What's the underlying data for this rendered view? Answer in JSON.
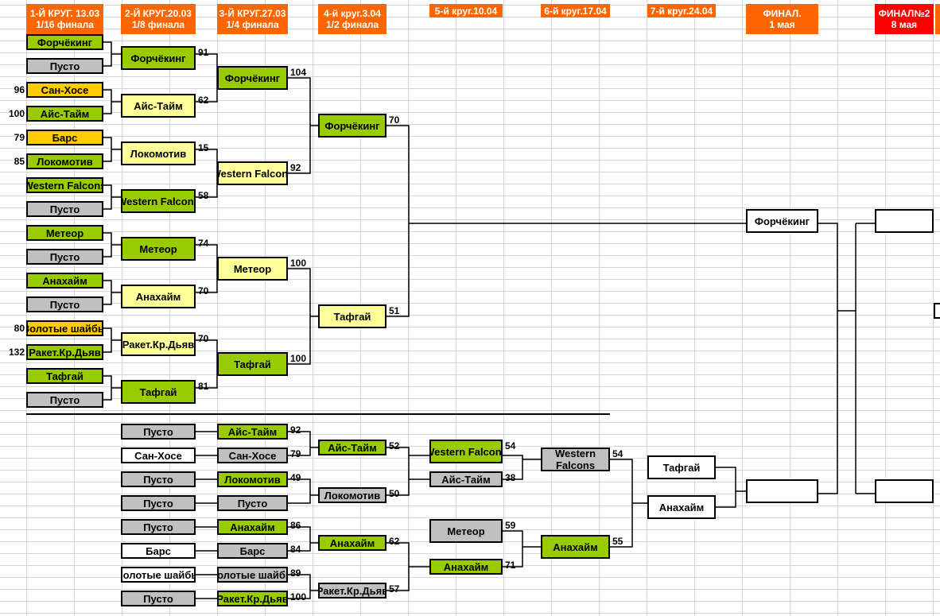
{
  "headers": [
    {
      "text": "1-Й КРУГ. 13.03",
      "sub": "1/16 финала"
    },
    {
      "text": "2-Й КРУГ.20.03",
      "sub": "1/8 финала"
    },
    {
      "text": "3-Й КРУГ.27.03",
      "sub": "1/4 финала"
    },
    {
      "text": "4-й круг.3.04",
      "sub": "1/2 финала"
    },
    {
      "text": "5-й круг.10.04",
      "sub": ""
    },
    {
      "text": "6-й круг.17.04",
      "sub": ""
    },
    {
      "text": "7-й круг.24.04",
      "sub": ""
    },
    {
      "text": "ФИНАЛ.",
      "sub": "1 мая"
    },
    {
      "text": "ФИНАЛ№2",
      "sub": "8 мая"
    }
  ],
  "upper": {
    "round1": [
      {
        "name": "Форчёкинг",
        "color": "#99cc00"
      },
      {
        "name": "Пусто",
        "color": "#c0c0c0"
      },
      {
        "name": "Сан-Хосе",
        "color": "#ffcc00",
        "score": "96"
      },
      {
        "name": "Айс-Тайм",
        "color": "#99cc00",
        "score": "100"
      },
      {
        "name": "Барс",
        "color": "#ffcc00",
        "score": "79"
      },
      {
        "name": "Локомотив",
        "color": "#99cc00",
        "score": "85"
      },
      {
        "name": "Western Falcons",
        "color": "#99cc00"
      },
      {
        "name": "Пусто",
        "color": "#c0c0c0"
      },
      {
        "name": "Метеор",
        "color": "#99cc00"
      },
      {
        "name": "Пусто",
        "color": "#c0c0c0"
      },
      {
        "name": "Анахайм",
        "color": "#99cc00"
      },
      {
        "name": "Пусто",
        "color": "#c0c0c0"
      },
      {
        "name": "Золотые шайбы",
        "color": "#ffcc00",
        "score": "80"
      },
      {
        "name": "Ракет.Кр.Дьяв",
        "color": "#99cc00",
        "score": "132"
      },
      {
        "name": "Тафгай",
        "color": "#99cc00"
      },
      {
        "name": "Пусто",
        "color": "#c0c0c0"
      }
    ],
    "round2": [
      {
        "name": "Форчёкинг",
        "color": "#99cc00",
        "score": "91"
      },
      {
        "name": "Айс-Тайм",
        "color": "#ffff99",
        "score": "62"
      },
      {
        "name": "Локомотив",
        "color": "#ffff99",
        "score": "15"
      },
      {
        "name": "Western Falcons",
        "color": "#99cc00",
        "score": "58"
      },
      {
        "name": "Метеор",
        "color": "#99cc00",
        "score": "74"
      },
      {
        "name": "Анахайм",
        "color": "#ffff99",
        "score": "70"
      },
      {
        "name": "Ракет.Кр.Дьяв",
        "color": "#ffff99",
        "score": "70"
      },
      {
        "name": "Тафгай",
        "color": "#99cc00",
        "score": "81"
      }
    ],
    "round3": [
      {
        "name": "Форчёкинг",
        "color": "#99cc00",
        "score": "104"
      },
      {
        "name": "Western Falcons",
        "color": "#ffff99",
        "score": "92"
      },
      {
        "name": "Метеор",
        "color": "#ffff99",
        "score": "100"
      },
      {
        "name": "Тафгай",
        "color": "#99cc00",
        "score": "100"
      }
    ],
    "round4": [
      {
        "name": "Форчёкинг",
        "color": "#99cc00",
        "score": "70"
      },
      {
        "name": "Тафгай",
        "color": "#ffff99",
        "score": "51"
      }
    ]
  },
  "lower": {
    "col2": [
      {
        "name": "Пусто",
        "color": "#c0c0c0"
      },
      {
        "name": "Сан-Хосе",
        "color": "#ffffff"
      },
      {
        "name": "Пусто",
        "color": "#c0c0c0"
      },
      {
        "name": "Пусто",
        "color": "#c0c0c0"
      },
      {
        "name": "Пусто",
        "color": "#c0c0c0"
      },
      {
        "name": "Барс",
        "color": "#ffffff"
      },
      {
        "name": "Золотые шайбы",
        "color": "#ffffff"
      },
      {
        "name": "Пусто",
        "color": "#c0c0c0"
      }
    ],
    "col3": [
      {
        "name": "Айс-Тайм",
        "color": "#99cc00",
        "score": "92"
      },
      {
        "name": "Сан-Хосе",
        "color": "#c0c0c0",
        "score": "79"
      },
      {
        "name": "Локомотив",
        "color": "#99cc00",
        "score": "49"
      },
      {
        "name": "Пусто",
        "color": "#c0c0c0",
        "score": ""
      },
      {
        "name": "Анахайм",
        "color": "#99cc00",
        "score": "86"
      },
      {
        "name": "Барс",
        "color": "#c0c0c0",
        "score": "84"
      },
      {
        "name": "Золотые шайбы",
        "color": "#c0c0c0",
        "score": "89"
      },
      {
        "name": "Ракет.Кр.Дьяв",
        "color": "#99cc00",
        "score": "100"
      }
    ],
    "col4": [
      {
        "name": "Айс-Тайм",
        "color": "#99cc00",
        "score": "52"
      },
      {
        "name": "Локомотив",
        "color": "#c0c0c0",
        "score": "50"
      },
      {
        "name": "Анахайм",
        "color": "#99cc00",
        "score": "62"
      },
      {
        "name": "Ракет.Кр.Дьяв",
        "color": "#c0c0c0",
        "score": "57"
      }
    ],
    "col5": [
      {
        "name": "Western Falcons",
        "color": "#99cc00",
        "score": "54"
      },
      {
        "name": "Айс-Тайм",
        "color": "#c0c0c0",
        "score": "38"
      },
      {
        "name": "Метеор",
        "color": "#c0c0c0",
        "score": "59"
      },
      {
        "name": "Анахайм",
        "color": "#99cc00",
        "score": "71"
      }
    ],
    "col6": [
      {
        "name": "Western Falcons",
        "color": "#c0c0c0",
        "score": "54"
      },
      {
        "name": "Анахайм",
        "color": "#99cc00",
        "score": "55"
      }
    ],
    "col7": [
      {
        "name": "Тафгай",
        "color": "#ffffff"
      },
      {
        "name": "Анахайм",
        "color": "#ffffff"
      }
    ]
  },
  "final": [
    {
      "name": "Форчёкинг",
      "color": "#ffffff"
    },
    {
      "name": "",
      "color": "#ffffff"
    }
  ],
  "final2": [
    {
      "name": "",
      "color": "#ffffff"
    },
    {
      "name": "",
      "color": "#ffffff"
    }
  ]
}
